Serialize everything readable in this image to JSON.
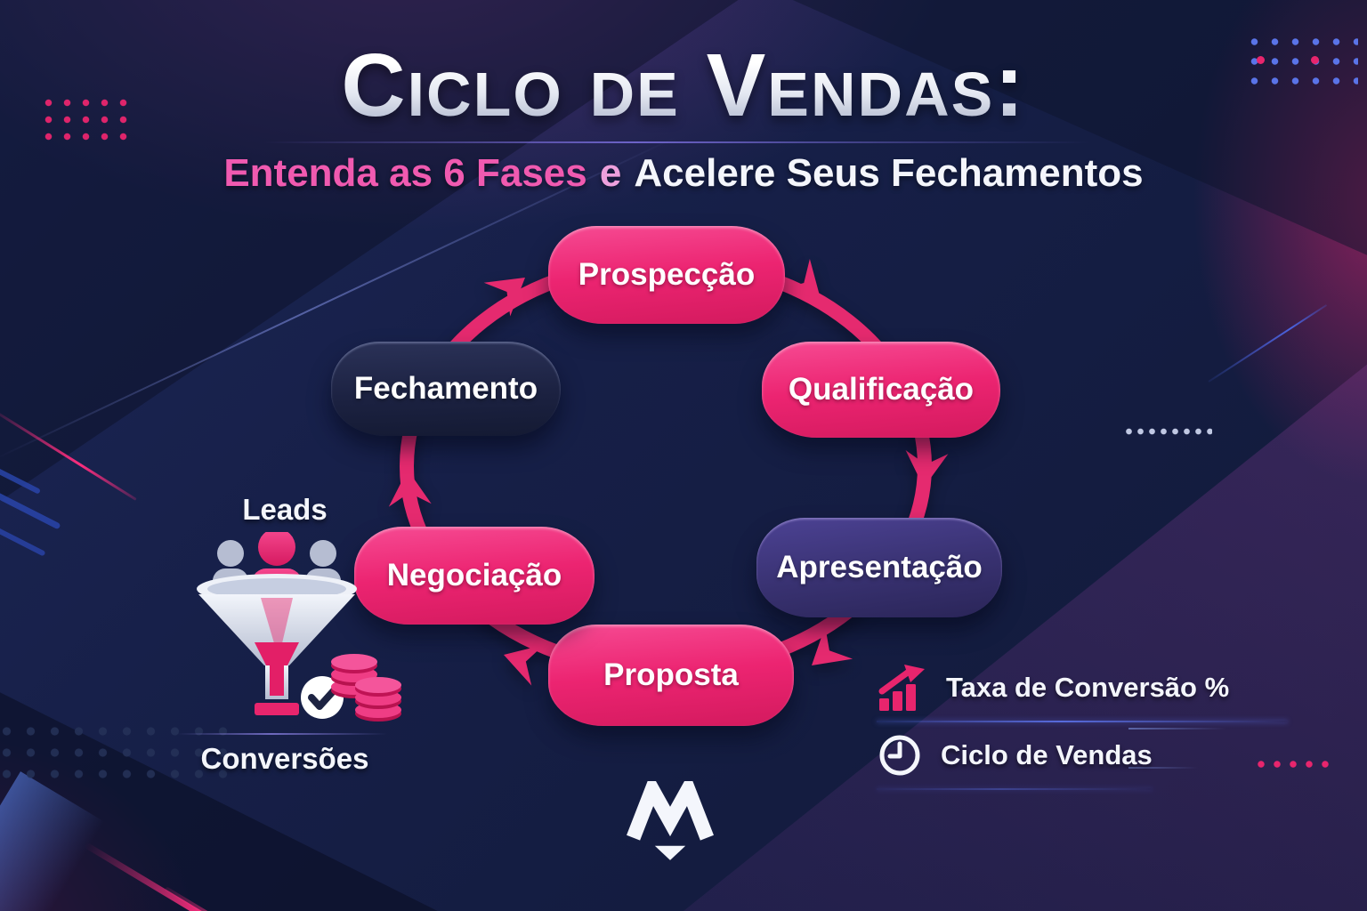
{
  "header": {
    "title": "Ciclo de Vendas:",
    "subtitle": {
      "part1": "Entenda as 6 Fases",
      "part2": "e",
      "part3": "Acelere Seus Fechamentos"
    }
  },
  "cycle": {
    "direction": "clockwise",
    "nodes": [
      {
        "label": "Prospecção",
        "color": "pink"
      },
      {
        "label": "Qualificação",
        "color": "pink"
      },
      {
        "label": "Apresentação",
        "color": "purple"
      },
      {
        "label": "Proposta",
        "color": "pink"
      },
      {
        "label": "Negociação",
        "color": "pink"
      },
      {
        "label": "Fechamento",
        "color": "navy"
      }
    ]
  },
  "funnel": {
    "top_label": "Leads",
    "bottom_label": "Conversões",
    "icons": [
      "users-icon",
      "funnel-icon",
      "check-icon",
      "coins-icon"
    ]
  },
  "legend": {
    "items": [
      {
        "icon": "bar-chart-up-icon",
        "label": "Taxa de Conversão %"
      },
      {
        "icon": "clock-icon",
        "label": "Ciclo de Vendas"
      }
    ]
  },
  "logo": {
    "icon": "logo-m-icon"
  },
  "colors": {
    "accent_pink": "#E8256D",
    "background_navy": "#161F47",
    "pill_navy": "#1D2342",
    "pill_purple": "#3B3478",
    "subtitle_pink": "#F05AB0",
    "text_white": "#F4F6FC"
  }
}
